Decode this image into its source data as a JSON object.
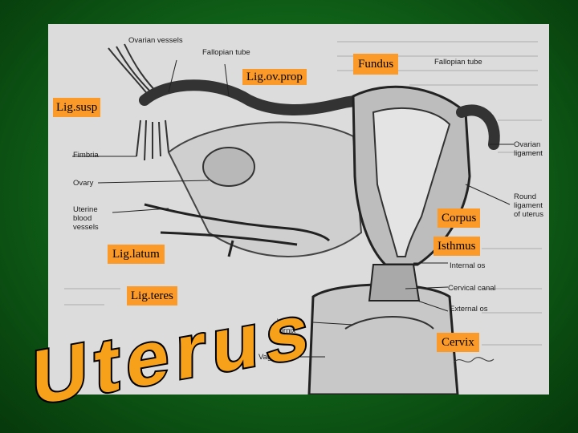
{
  "slide": {
    "title": "Uterus",
    "title_color": "#f7a11a",
    "title_outline": "#000000",
    "background_color": "#1a7f25",
    "tag_color": "#fb9a28"
  },
  "figure": {
    "labels": {
      "ovarian_vessels": "Ovarian vessels",
      "fallopian_tube_left": "Fallopian tube",
      "fallopian_tube_right": "Fallopian tube",
      "fimbria": "Fimbria",
      "ovary": "Ovary",
      "uterine_blood_vessels": "Uterine blood vessels",
      "ovarian_ligament": "Ovarian ligament",
      "round_ligament": "Round ligament of uterus",
      "internal_os": "Internal os",
      "cervical_canal": "Cervical canal",
      "external_os": "External os",
      "vaginal_fornix": "Vaginal fornix",
      "vagina": "Vagina"
    }
  },
  "tags": {
    "lig_ov_prop": "Lig.ov.prop",
    "fundus": "Fundus",
    "lig_susp": "Lig.susp",
    "corpus": "Corpus",
    "isthmus": "Isthmus",
    "lig_latum": "Lig.latum",
    "lig_teres": "Lig.teres",
    "cervix": "Cervix"
  }
}
